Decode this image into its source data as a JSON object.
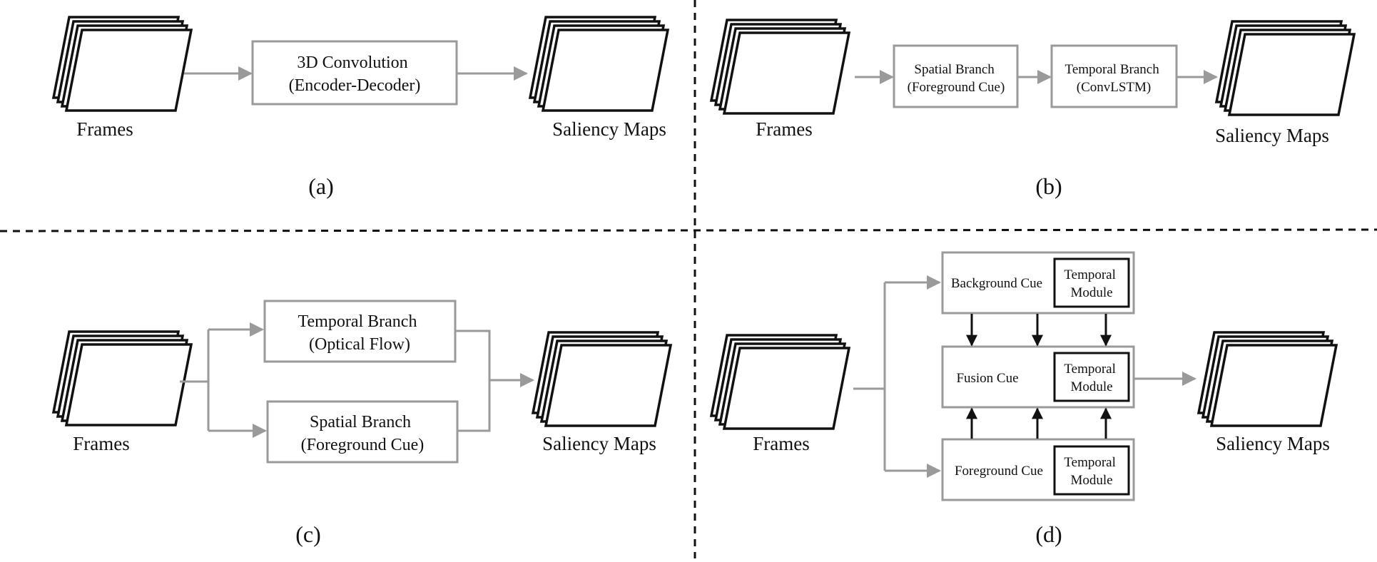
{
  "colors": {
    "box_border": "#9a9a9a",
    "arrow_gray": "#9a9a9a",
    "arrow_black": "#111111",
    "frame_stroke": "#111111",
    "divider": "#111111"
  },
  "panel_a": {
    "caption": "(a)",
    "input_label": "Frames",
    "box": [
      "3D Convolution",
      "(Encoder-Decoder)"
    ],
    "output_label": "Saliency Maps"
  },
  "panel_b": {
    "caption": "(b)",
    "input_label": "Frames",
    "spatial_box": [
      "Spatial Branch",
      "(Foreground Cue)"
    ],
    "temporal_box": [
      "Temporal Branch",
      "(ConvLSTM)"
    ],
    "output_label": "Saliency Maps"
  },
  "panel_c": {
    "caption": "(c)",
    "input_label": "Frames",
    "temporal_box": [
      "Temporal Branch",
      "(Optical Flow)"
    ],
    "spatial_box": [
      "Spatial Branch",
      "(Foreground Cue)"
    ],
    "output_label": "Saliency Maps"
  },
  "panel_d": {
    "caption": "(d)",
    "input_label": "Frames",
    "background_cue": "Background Cue",
    "fusion_cue": "Fusion Cue",
    "foreground_cue": "Foreground Cue",
    "temporal_module": [
      "Temporal",
      "Module"
    ],
    "output_label": "Saliency Maps"
  }
}
